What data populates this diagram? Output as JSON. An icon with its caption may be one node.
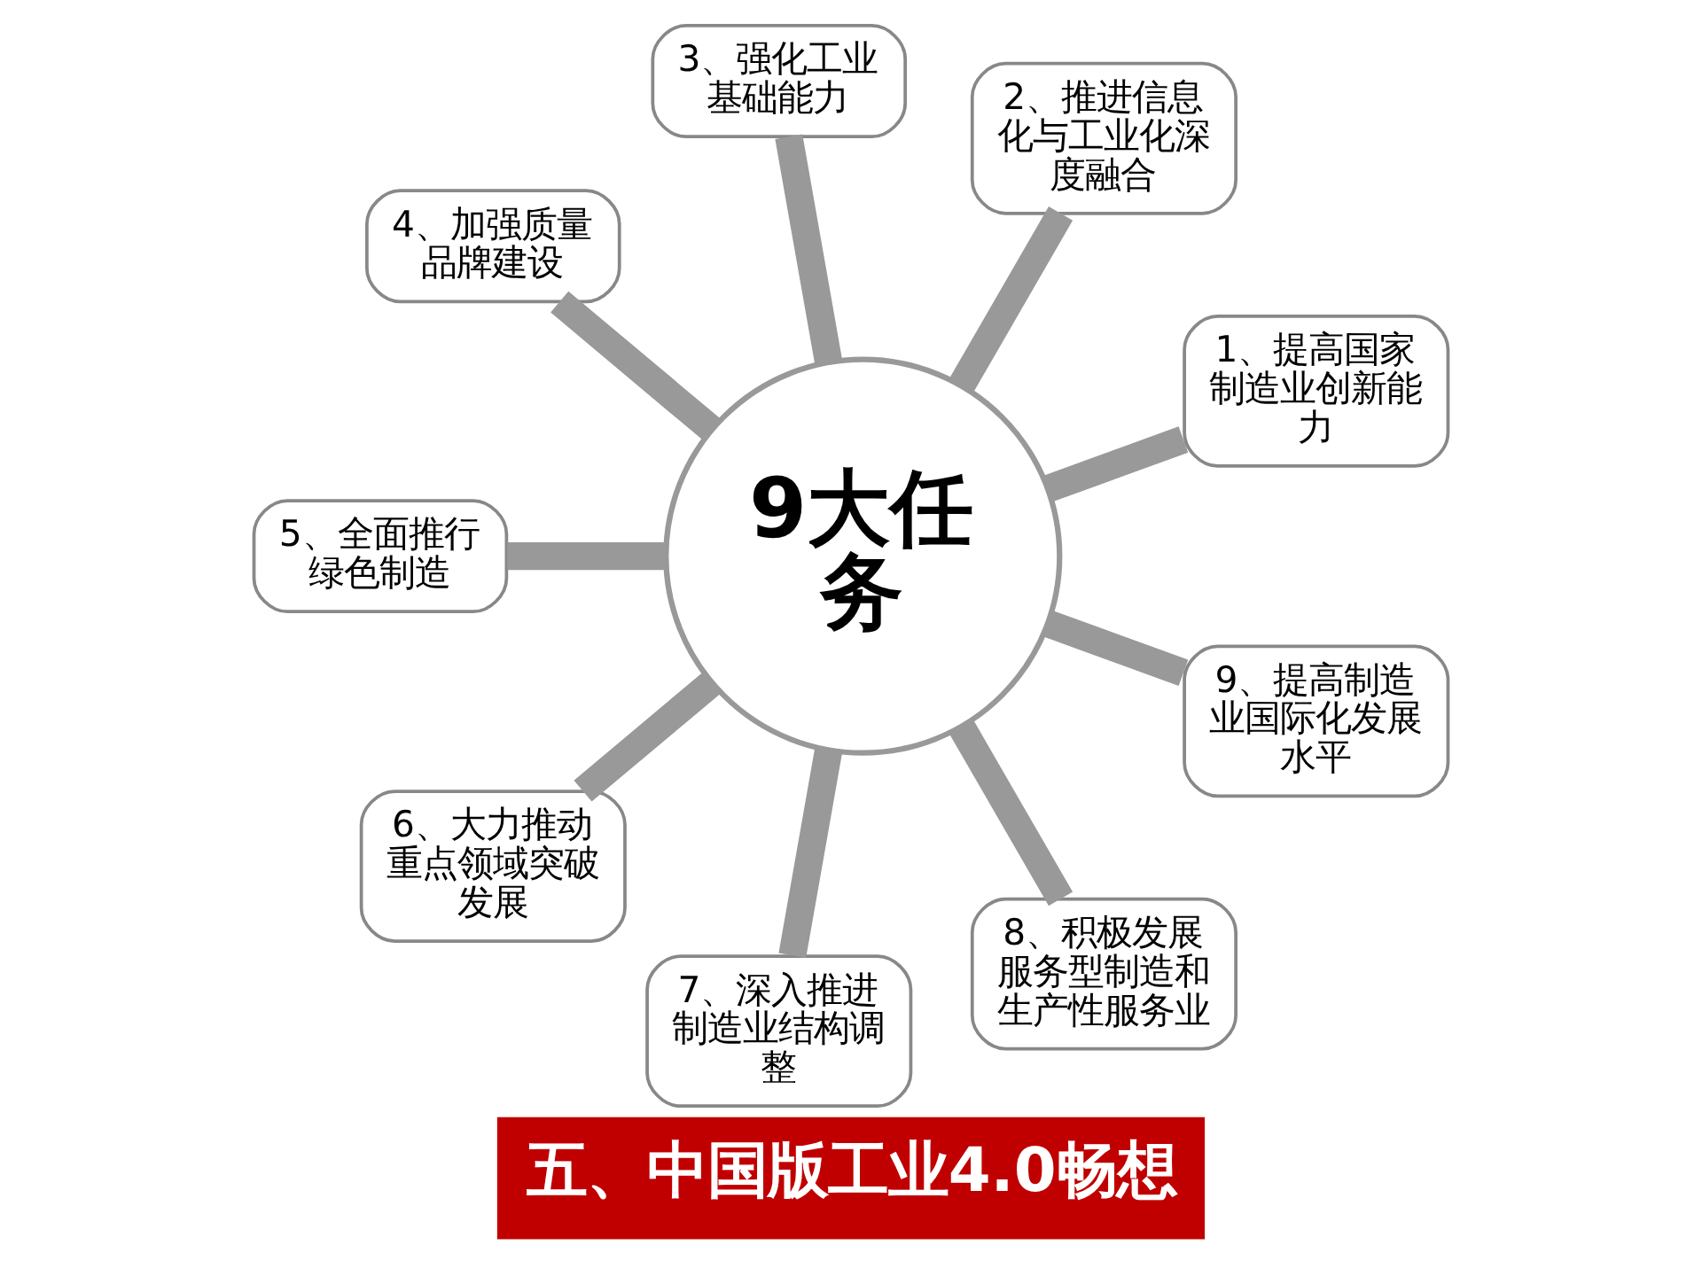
{
  "diagram": {
    "title": "五、中国版工业4.0畅想",
    "nodes": [
      {
        "text": [
          "9大任务"
        ]
      },
      {
        "text": [
          "1、提高国家制造业创新能力"
        ]
      },
      {
        "text": [
          "2、推进信息化与工业化深度融合"
        ]
      },
      {
        "text": [
          "3、强化工业基础能力"
        ]
      },
      {
        "text": [
          "4、加强质量品牌建设"
        ]
      },
      {
        "text": [
          "5、全面推行绿色制造"
        ]
      },
      {
        "text": [
          "6、大力推动重点领域突破发展"
        ]
      },
      {
        "text": [
          "7、深入推进制造业结构调整"
        ]
      },
      {
        "text": [
          "8、积极发展服务型制造和生产性服务业"
        ]
      },
      {
        "text": [
          "9、提高制造业国际化发展水平"
        ]
      }
    ],
    "edges": [
      {
        "from": 0,
        "to": 1,
        "arrow": "none"
      },
      {
        "from": 0,
        "to": 2,
        "arrow": "none"
      },
      {
        "from": 0,
        "to": 3,
        "arrow": "none"
      },
      {
        "from": 0,
        "to": 4,
        "arrow": "none"
      },
      {
        "from": 0,
        "to": 5,
        "arrow": "none"
      },
      {
        "from": 0,
        "to": 6,
        "arrow": "none"
      },
      {
        "from": 0,
        "to": 7,
        "arrow": "none"
      },
      {
        "from": 0,
        "to": 8,
        "arrow": "none"
      },
      {
        "from": 0,
        "to": 9,
        "arrow": "none"
      }
    ]
  }
}
